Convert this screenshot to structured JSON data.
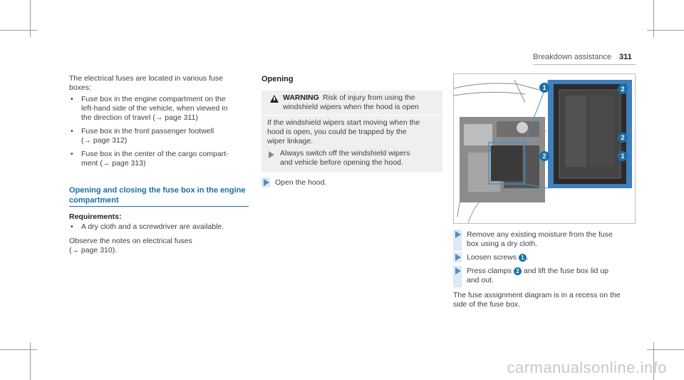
{
  "header": {
    "section": "Breakdown assistance",
    "page_number": "311"
  },
  "left": {
    "intro": [
      "The electrical fuses are located in various fuse",
      "boxes:"
    ],
    "bullets": [
      [
        "Fuse box in the engine compartment on the",
        "left-hand side of the vehicle, when viewed in",
        "the direction of travel (→ page 311)"
      ],
      [
        "Fuse box in the front passenger footwell",
        "(→ page 312)"
      ],
      [
        "Fuse box in the center of the cargo compart-",
        "ment (→ page 313)"
      ]
    ],
    "section_title": [
      "Opening and closing the fuse box in the engine",
      "compartment"
    ],
    "requirements_label": "Requirements:",
    "requirement": "A dry cloth and a screwdriver are available.",
    "observe": [
      "Observe the notes on electrical fuses",
      "(→ page 310)."
    ]
  },
  "middle": {
    "heading": "Opening",
    "warning_label": "WARNING",
    "warning_title": [
      "Risk of injury from using the",
      "windshield wipers when the hood is open"
    ],
    "warning_text": [
      "If the windshield wipers start moving when the",
      "hood is open, you could be trapped by the",
      "wiper linkage."
    ],
    "warning_action": [
      "Always switch off the windshield wipers",
      "and vehicle before opening the hood."
    ],
    "step": "Open the hood."
  },
  "right": {
    "steps": [
      {
        "text": [
          "Remove any existing moisture from the fuse",
          "box using a dry cloth."
        ]
      },
      {
        "text": [
          "Loosen screws ",
          "."
        ],
        "callout": "1"
      },
      {
        "text": [
          "Press clamps ",
          " and lift the fuse box lid up",
          "and out."
        ],
        "callout": "2"
      }
    ],
    "note": [
      "The fuse assignment diagram is in a recess on the",
      "side of the fuse box."
    ],
    "figure_callouts": [
      "1",
      "2",
      "2",
      "2",
      "1"
    ]
  },
  "watermark": "carmanualsonline.info",
  "colors": {
    "accent": "#1a6fa8",
    "step_bar": "#dde9f3",
    "warning_bg": "#efefef"
  }
}
